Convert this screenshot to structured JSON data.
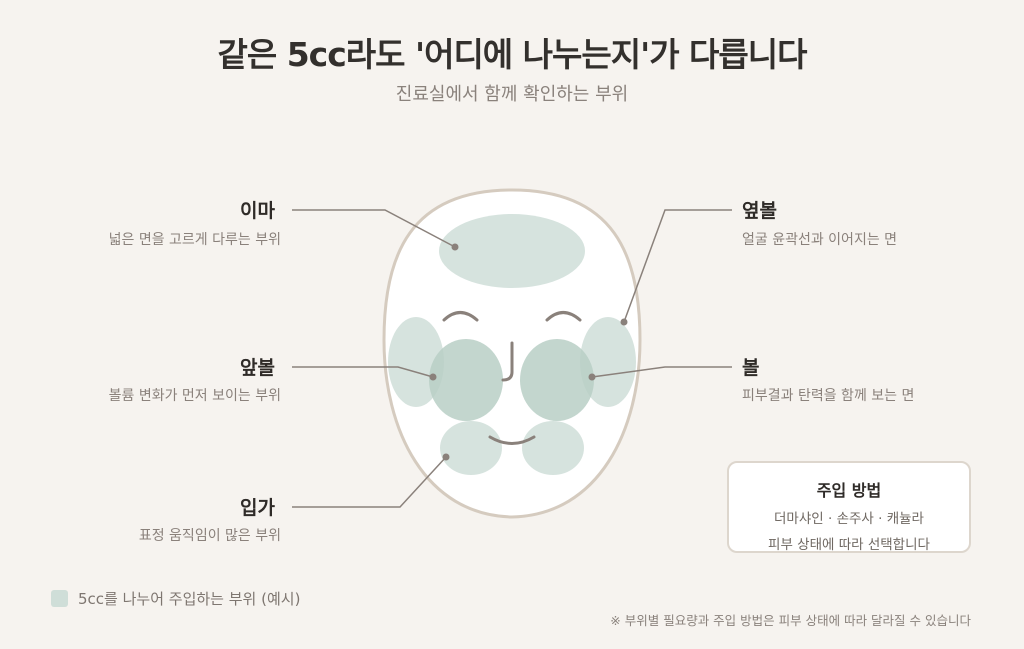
{
  "header": {
    "title": "같은 5cc라도 '어디에 나누는지'가 다릅니다",
    "subtitle": "진료실에서 함께 확인하는 부위"
  },
  "labels": {
    "forehead": {
      "title": "이마",
      "desc": "넓은 면을 고르게 다루는 부위"
    },
    "front_cheek": {
      "title": "앞볼",
      "desc": "볼륨 변화가 먼저 보이는 부위"
    },
    "mouth": {
      "title": "입가",
      "desc": "표정 움직임이 많은 부위"
    },
    "side_cheek": {
      "title": "옆볼",
      "desc": "얼굴 윤곽선과 이어지는 면"
    },
    "cheek": {
      "title": "볼",
      "desc": "피부결과 탄력을 함께 보는 면"
    }
  },
  "method": {
    "title": "주입 방법",
    "line1": "더마샤인 · 손주사 · 캐뉼라",
    "line2": "피부 상태에 따라 선택합니다"
  },
  "legend": {
    "text": "5cc를 나누어 주입하는 부위 (예시)"
  },
  "footnote": "※ 부위별 필요량과 주입 방법은 피부 상태에 따라 달라질 수 있습니다",
  "colors": {
    "background": "#f6f3ef",
    "region_fill": "#cfded8",
    "face_outline": "#d5cbbf",
    "leader_line": "#8a817b"
  }
}
